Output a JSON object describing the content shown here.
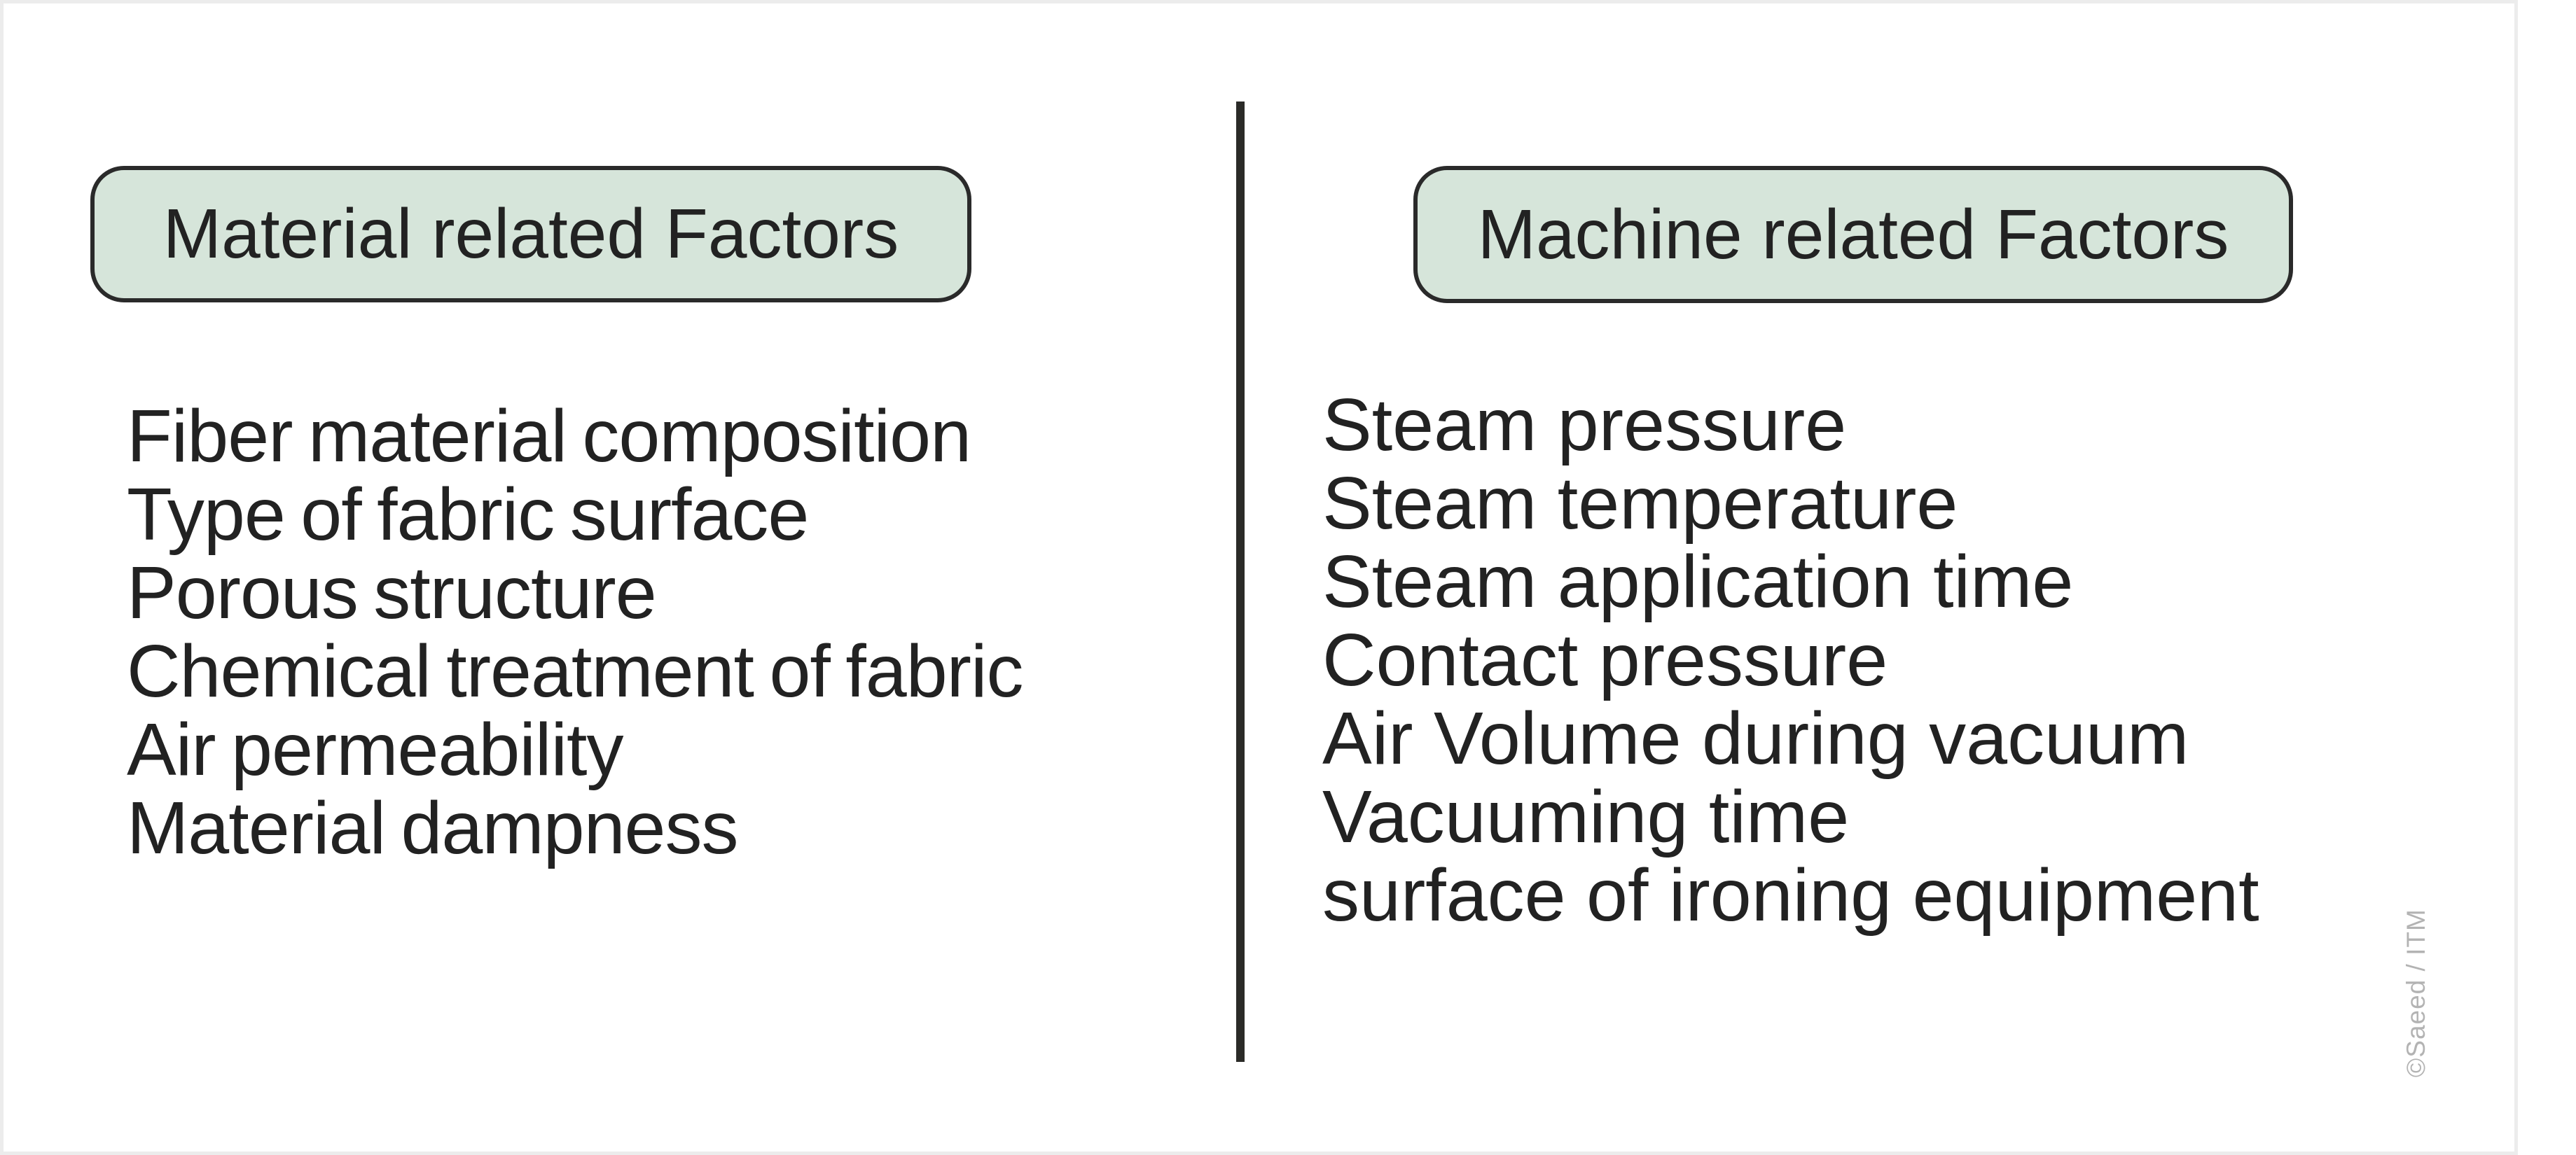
{
  "theme": {
    "frame_color": "#ececec",
    "box_fill": "#d6e5da",
    "box_border": "#2a2a2a",
    "text_color": "#222222",
    "divider_color": "#2b2b28",
    "watermark_color": "#b3b3b3"
  },
  "left_panel": {
    "header": "Material related Factors",
    "items": [
      "Fiber material composition",
      "Type of fabric surface",
      "Porous structure",
      "Chemical treatment of fabric",
      "Air permeability",
      "Material dampness"
    ]
  },
  "right_panel": {
    "header": "Machine related Factors",
    "items": [
      "Steam pressure",
      "Steam temperature",
      "Steam application time",
      "Contact pressure",
      "Air Volume during vacuum",
      "Vacuuming time",
      "surface of ironing equipment"
    ]
  },
  "watermark": {
    "text": "©Saeed / ITM"
  }
}
